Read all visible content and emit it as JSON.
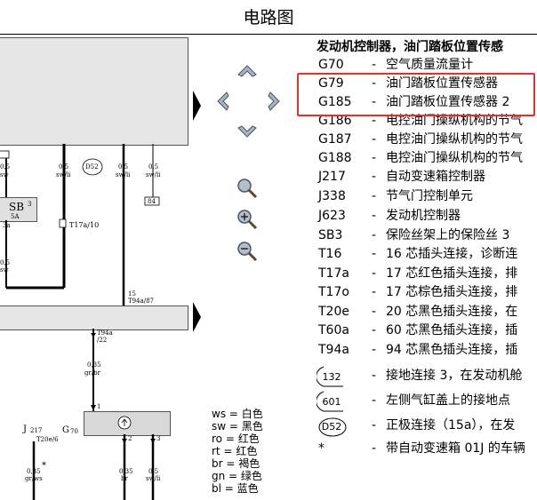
{
  "window": {
    "title": "电路图"
  },
  "schematic": {
    "labels": {
      "wire_05_sw_a": "0,5",
      "wire_sw_a": "sw",
      "wire_05_swli_1": "0,5",
      "wire_swli_1": "sw/li",
      "ground_d52": "D52",
      "wire_05_swli_2": "0,5",
      "wire_swli_2": "sw/li",
      "wire_05_swli_3": "0,5",
      "wire_swli_3": "sw/li",
      "box_84": "84",
      "fuse_sb": "SB",
      "fuse_sb_num": "3",
      "fuse_5a": "5A",
      "fuse_3a": "3a",
      "conn_t17a": "T17a/10",
      "wire_05_sw_b": "0,5",
      "wire_sw_b": "sw",
      "pin_15": "15",
      "conn_t94a_87": "T94a/87",
      "conn_t94a": "T94a",
      "conn_22": "/22",
      "wire_035_grbr": "0,35",
      "wire_grbr": "gr/br",
      "pin_1": "1",
      "pin_2": "2",
      "pin_3": "3",
      "comp_j217": "J",
      "comp_j217_sub": "217",
      "conn_t20e6": "T20e/6",
      "comp_g70": "G",
      "comp_g70_sub": "70",
      "wire_035_grws": "0,35",
      "wire_grws": "gr/ws",
      "wire_035_br": "0,35",
      "wire_br": "br",
      "wire_05_swli_4": "0,5",
      "wire_swli_4": "sw/li",
      "star": "*"
    }
  },
  "legend": {
    "heading": "发动机控制器，油门踏板位置传感",
    "rows": [
      {
        "code": "G70",
        "dash": "-",
        "desc": "空气质量流量计"
      },
      {
        "code": "G79",
        "dash": "-",
        "desc": "油门踏板位置传感器"
      },
      {
        "code": "G185",
        "dash": "-",
        "desc": "油门踏板位置传感器 2"
      },
      {
        "code": "G186",
        "dash": "-",
        "desc": "电控油门操纵机构的节气"
      },
      {
        "code": "G187",
        "dash": "-",
        "desc": "电控油门操纵机构的节气"
      },
      {
        "code": "G188",
        "dash": "-",
        "desc": "电控油门操纵机构的节气"
      },
      {
        "code": "J217",
        "dash": "-",
        "desc": "自动变速箱控制器"
      },
      {
        "code": "J338",
        "dash": "-",
        "desc": "节气门控制单元"
      },
      {
        "code": "J623",
        "dash": "-",
        "desc": "发动机控制器"
      },
      {
        "code": "SB3",
        "dash": "-",
        "desc": "保险丝架上的保险丝 3"
      },
      {
        "code": "T16",
        "dash": "-",
        "desc": "16 芯插头连接，诊断连"
      },
      {
        "code": "T17a",
        "dash": "-",
        "desc": "17 芯红色插头连接，排"
      },
      {
        "code": "T17o",
        "dash": "-",
        "desc": "17 芯棕色插头连接，排"
      },
      {
        "code": "T20e",
        "dash": "-",
        "desc": "20 芯黑色插头连接，在"
      },
      {
        "code": "T60a",
        "dash": "-",
        "desc": "60 芯黑色插头连接，插"
      },
      {
        "code": "T94a",
        "dash": "-",
        "desc": "94 芯黑色插头连接，插"
      },
      {
        "code": "132",
        "dash": "-",
        "desc": "接地连接 3，在发动机舱"
      },
      {
        "code": "601",
        "dash": "-",
        "desc": "左侧气缸盖上的接地点"
      },
      {
        "code": "D52",
        "dash": "-",
        "desc": "正极连接（15a），在发"
      },
      {
        "code": "*",
        "dash": "-",
        "desc": "带自动变速箱 01J 的车辆"
      }
    ]
  },
  "color_key": [
    "ws = 白色",
    "sw = 黑色",
    "ro = 红色",
    "rt  = 红色",
    "br  = 褐色",
    "gn  = 绿色",
    "bl  = 蓝色"
  ],
  "controls": {
    "icons": [
      "arrow-up-icon",
      "arrow-left-icon",
      "arrow-right-icon",
      "arrow-down-icon",
      "zoom-icon",
      "zoom-in-icon",
      "zoom-out-icon",
      "collapse-left-icon",
      "collapse-right-icon"
    ]
  },
  "colors": {
    "highlight": "#e03030",
    "box_fill": "#d9d9d9"
  }
}
